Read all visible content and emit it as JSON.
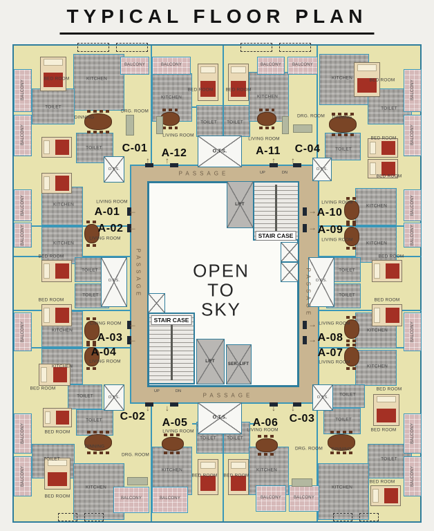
{
  "title": "TYPICAL FLOOR PLAN",
  "units": {
    "c01": "C-01",
    "a12": "A-12",
    "a11": "A-11",
    "c04": "C-04",
    "a01": "A-01",
    "a02": "A-02",
    "a03": "A-03",
    "a04": "A-04",
    "a10": "A-10",
    "a09": "A-09",
    "a08": "A-08",
    "a07": "A-07",
    "c02": "C-02",
    "a05": "A-05",
    "a06": "A-06",
    "c03": "C-03"
  },
  "labels": {
    "bedroom": "BED ROOM",
    "kitchen": "KITCHEN",
    "balcony": "BALCONY",
    "toilet": "TOILET",
    "living": "LIVING ROOM",
    "drg": "DRG. ROOM",
    "dinning": "DINNING",
    "passage": "PASSAGE",
    "ots": "O.T.S.",
    "staircase": "STAIR CASE",
    "lift": "LIFT",
    "serlift": "SER. LIFT",
    "up": "UP",
    "dn": "DN"
  },
  "courtyard": {
    "line1": "OPEN",
    "line2": "TO",
    "line3": "SKY"
  },
  "icons": {
    "entry_arrow_up": "↑",
    "entry_arrow_down": "↓",
    "entry_arrow_left": "←",
    "entry_arrow_right": "→"
  },
  "colors": {
    "wall_teal": "#3a97b8",
    "wall_dark": "#2e7d9c",
    "room_cream": "#e8e3ae",
    "passage_tan": "#c9b591",
    "gray_room": "#a6a4a0",
    "balcony_pink": "#d6b9b9",
    "bed_red": "#a43024",
    "courtyard_white": "#fbfbf7",
    "jamb_dark": "#1e2733"
  }
}
